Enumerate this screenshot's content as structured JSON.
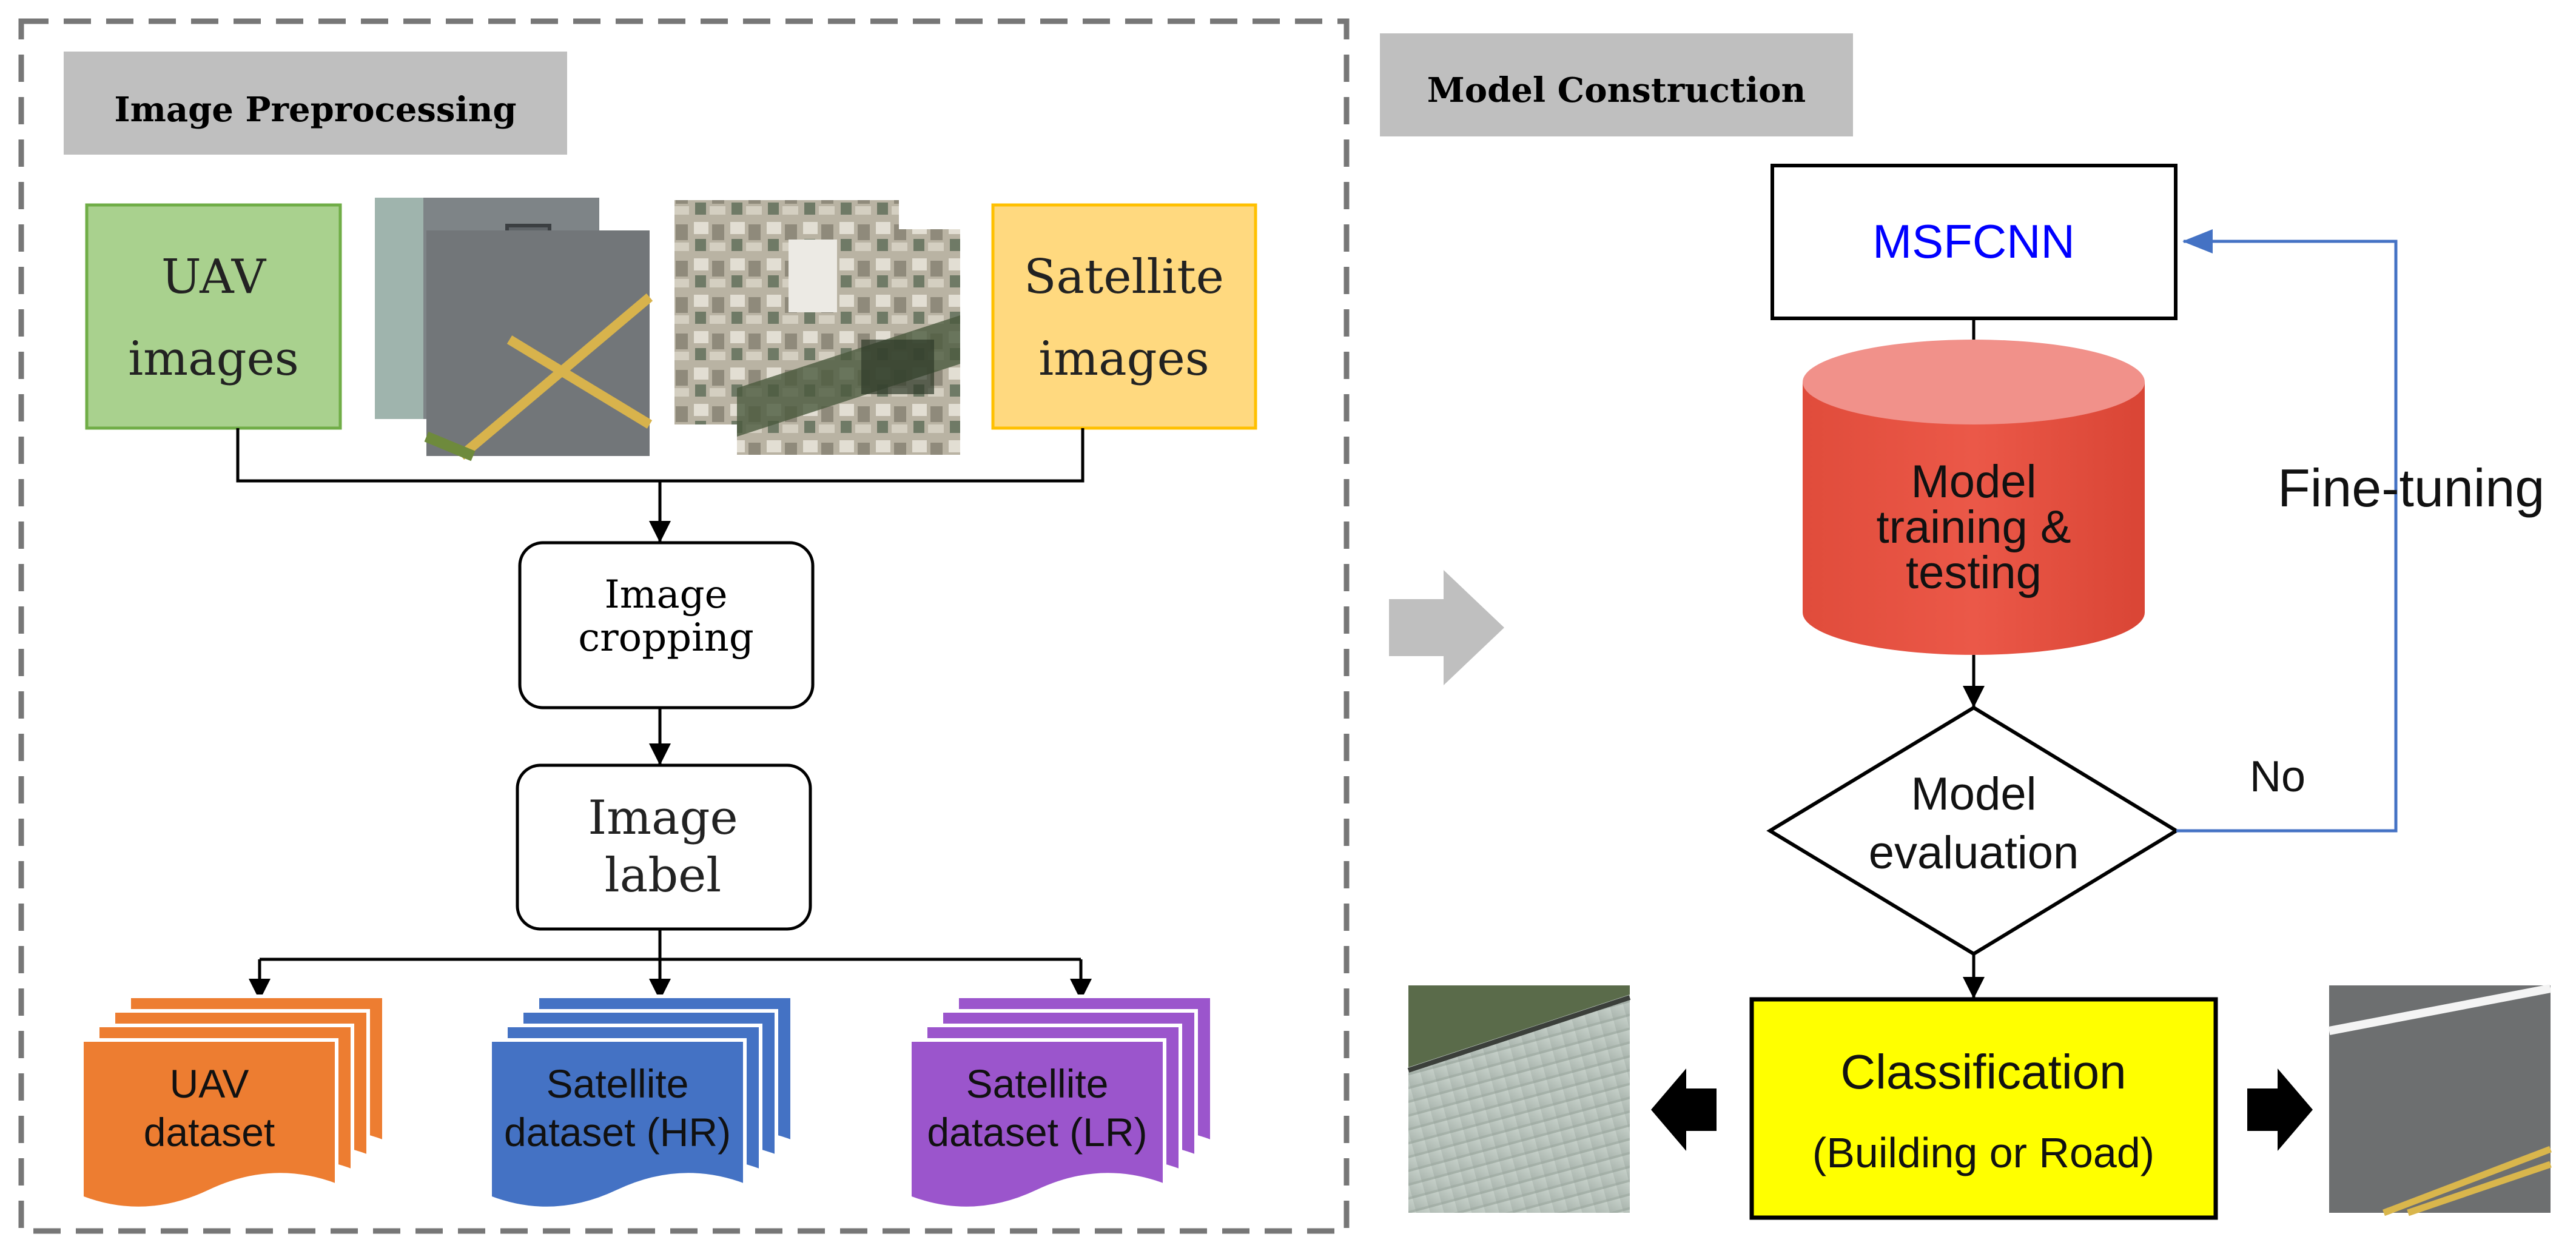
{
  "panels": {
    "left_title": "Image Preprocessing",
    "right_title": "Model Construction"
  },
  "sources": {
    "uav": [
      "UAV",
      "images"
    ],
    "satellite": [
      "Satellite",
      "images"
    ]
  },
  "steps": {
    "cropping": [
      "Image",
      "cropping"
    ],
    "label": [
      "Image",
      "label"
    ]
  },
  "datasets": [
    {
      "lines": [
        "UAV",
        "dataset"
      ],
      "color": "#ED7D31"
    },
    {
      "lines": [
        "Satellite",
        "dataset (HR)"
      ],
      "color": "#4472C4"
    },
    {
      "lines": [
        "Satellite",
        "dataset (LR)"
      ],
      "color": "#9B55CC"
    }
  ],
  "model": {
    "msfcnn": "MSFCNN",
    "training": [
      "Model",
      "training &",
      "testing"
    ],
    "evaluation": [
      "Model",
      "evaluation"
    ],
    "no_label": "No",
    "finetune_label": "Fine-tuning",
    "classification": [
      "Classification",
      "(Building or Road)"
    ]
  },
  "colors": {
    "uav_box": "#A9D18E",
    "satellite_box": "#FFD97F",
    "header_bg": "#BFBFBF",
    "db_top": "#F1918A",
    "db_body": "#E8503F",
    "classification_bg": "#FFFF00",
    "msfcnn_text": "#0000FF",
    "feedback_line": "#4472C4",
    "big_arrow": "#BFBFBF"
  }
}
